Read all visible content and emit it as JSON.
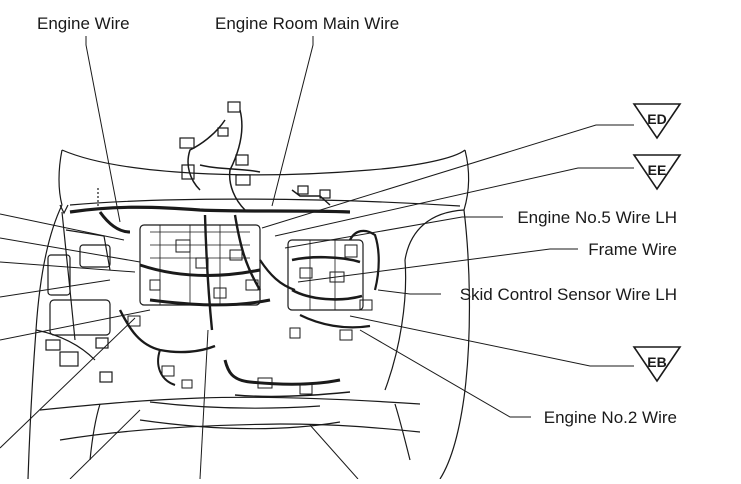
{
  "diagram": {
    "labels": {
      "engine_wire": "Engine Wire",
      "engine_room_main_wire": "Engine Room Main Wire",
      "engine_no5_wire_lh": "Engine No.5 Wire LH",
      "frame_wire": "Frame Wire",
      "skid_control_sensor_wire_lh": "Skid Control Sensor Wire LH",
      "engine_no2_wire": "Engine No.2 Wire"
    },
    "ground_points": {
      "ed": "ED",
      "ee": "EE",
      "eb": "EB"
    },
    "colors": {
      "line": "#1a1a1a",
      "background": "#ffffff"
    }
  }
}
